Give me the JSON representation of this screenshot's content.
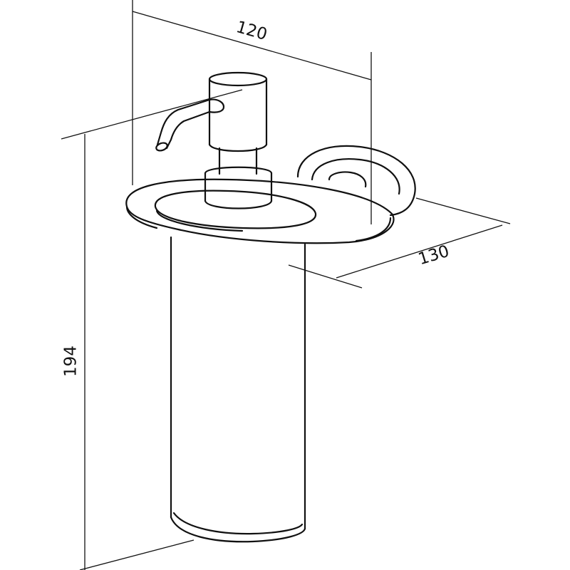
{
  "dimensions": {
    "width": "120",
    "depth": "130",
    "height": "194"
  },
  "colors": {
    "line": "#111111",
    "background": "#ffffff"
  }
}
